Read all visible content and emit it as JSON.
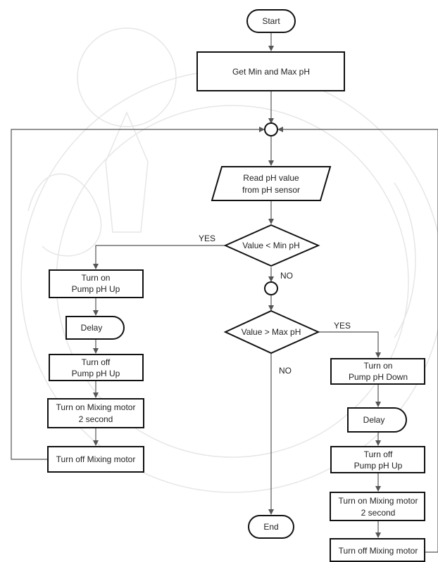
{
  "flowchart": {
    "start": "Start",
    "get_min_max": "Get Min and Max pH",
    "read_line1": "Read pH value",
    "read_line2": "from pH sensor",
    "decision_min": "Value < Min pH",
    "decision_max": "Value > Max pH",
    "yes_min": "YES",
    "no_min": "NO",
    "yes_max": "YES",
    "no_max": "NO",
    "end": "End",
    "left_branch": {
      "pump_on_l1": "Turn on",
      "pump_on_l2": "Pump pH Up",
      "delay": "Delay",
      "pump_off_l1": "Turn off",
      "pump_off_l2": "Pump pH Up",
      "mix_on_l1": "Turn on Mixing motor",
      "mix_on_l2": "2 second",
      "mix_off": "Turn off Mixing motor"
    },
    "right_branch": {
      "pump_on_l1": "Turn on",
      "pump_on_l2": "Pump pH Down",
      "delay": "Delay",
      "pump_off_l1": "Turn off",
      "pump_off_l2": "Pump pH Up",
      "mix_on_l1": "Turn on Mixing motor",
      "mix_on_l2": "2 second",
      "mix_off": "Turn off Mixing motor"
    }
  },
  "colors": {
    "shape_stroke": "#111111",
    "connector": "#555555",
    "watermark": "#e6e6e6"
  }
}
